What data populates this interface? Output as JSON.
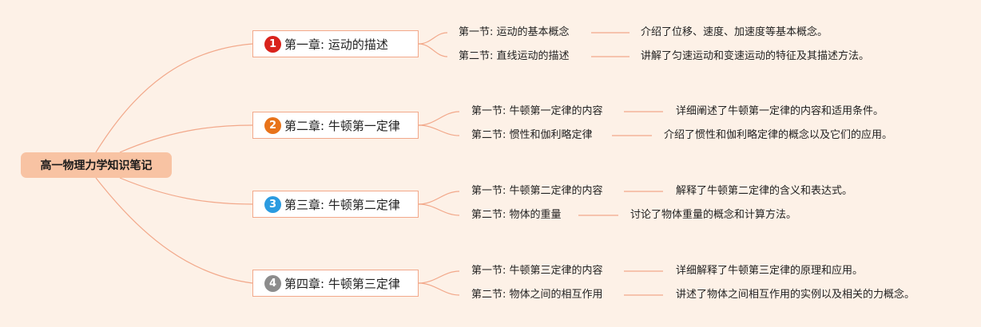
{
  "root": {
    "label": "高一物理力学知识笔记"
  },
  "chapters": [
    {
      "number": "1",
      "badge_color": "#d9231c",
      "label": "第一章: 运动的描述",
      "sections": [
        {
          "label": "第一节: 运动的基本概念",
          "description": "介绍了位移、速度、加速度等基本概念。"
        },
        {
          "label": "第二节: 直线运动的描述",
          "description": "讲解了匀速运动和变速运动的特征及其描述方法。"
        }
      ]
    },
    {
      "number": "2",
      "badge_color": "#e8731a",
      "label": "第二章: 牛顿第一定律",
      "sections": [
        {
          "label": "第一节: 牛顿第一定律的内容",
          "description": "详细阐述了牛顿第一定律的内容和适用条件。"
        },
        {
          "label": "第二节: 惯性和伽利略定律",
          "description": "介绍了惯性和伽利略定律的概念以及它们的应用。"
        }
      ]
    },
    {
      "number": "3",
      "badge_color": "#2b9be0",
      "label": "第三章: 牛顿第二定律",
      "sections": [
        {
          "label": "第一节: 牛顿第二定律的内容",
          "description": "解释了牛顿第二定律的含义和表达式。"
        },
        {
          "label": "第二节: 物体的重量",
          "description": "讨论了物体重量的概念和计算方法。"
        }
      ]
    },
    {
      "number": "4",
      "badge_color": "#8c8c8c",
      "label": "第四章: 牛顿第三定律",
      "sections": [
        {
          "label": "第一节: 牛顿第三定律的内容",
          "description": "详细解释了牛顿第三定律的原理和应用。"
        },
        {
          "label": "第二节: 物体之间的相互作用",
          "description": "讲述了物体之间相互作用的实例以及相关的力概念。"
        }
      ]
    }
  ],
  "colors": {
    "background": "#fdf1e7",
    "root_fill": "#f8c3a3",
    "link": "#f2a88a"
  }
}
